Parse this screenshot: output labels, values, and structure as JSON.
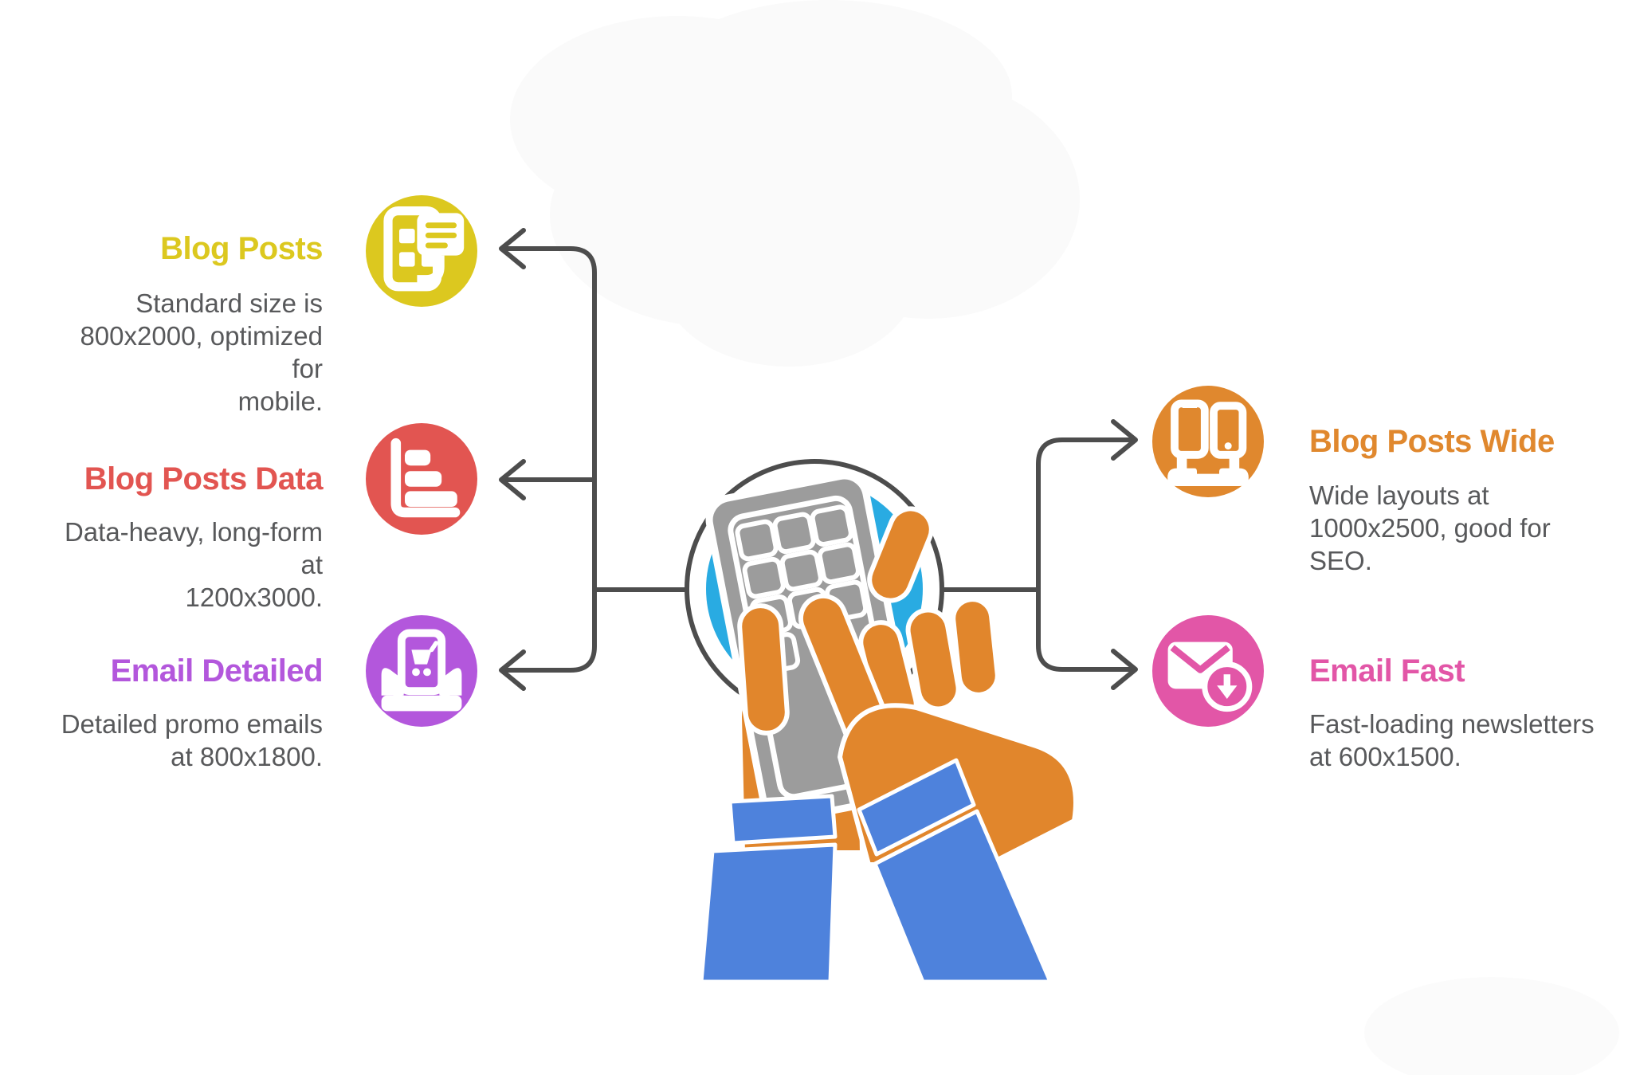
{
  "colors": {
    "line": "#4D4D4D",
    "text": "#58595B",
    "center_circle_blue": "#29ABE2",
    "phone_gray": "#9C9C9C",
    "hand_orange": "#E1862C",
    "sleeve_blue": "#4E82DC"
  },
  "nodes": [
    {
      "id": "blog-posts",
      "title": "Blog Posts",
      "description": "Standard size is\n800x2000, optimized for\nmobile.",
      "color": "#DCC81F",
      "icon": "mobile-article-icon",
      "side": "left"
    },
    {
      "id": "blog-posts-data",
      "title": "Blog Posts Data",
      "description": "Data-heavy, long-form at\n1200x3000.",
      "color": "#E25551",
      "icon": "bar-chart-icon",
      "side": "left"
    },
    {
      "id": "email-detailed",
      "title": "Email Detailed",
      "description": "Detailed promo emails\nat 800x1800.",
      "color": "#B357DC",
      "icon": "envelope-cart-icon",
      "side": "left"
    },
    {
      "id": "blog-posts-wide",
      "title": "Blog Posts Wide",
      "description": "Wide layouts at\n1000x2500, good for\nSEO.",
      "color": "#E0882E",
      "icon": "dual-devices-icon",
      "side": "right"
    },
    {
      "id": "email-fast",
      "title": "Email Fast",
      "description": "Fast-loading newsletters\nat 600x1500.",
      "color": "#E256A7",
      "icon": "mail-download-icon",
      "side": "right"
    }
  ],
  "center": {
    "illustration": "hands-holding-phone"
  }
}
